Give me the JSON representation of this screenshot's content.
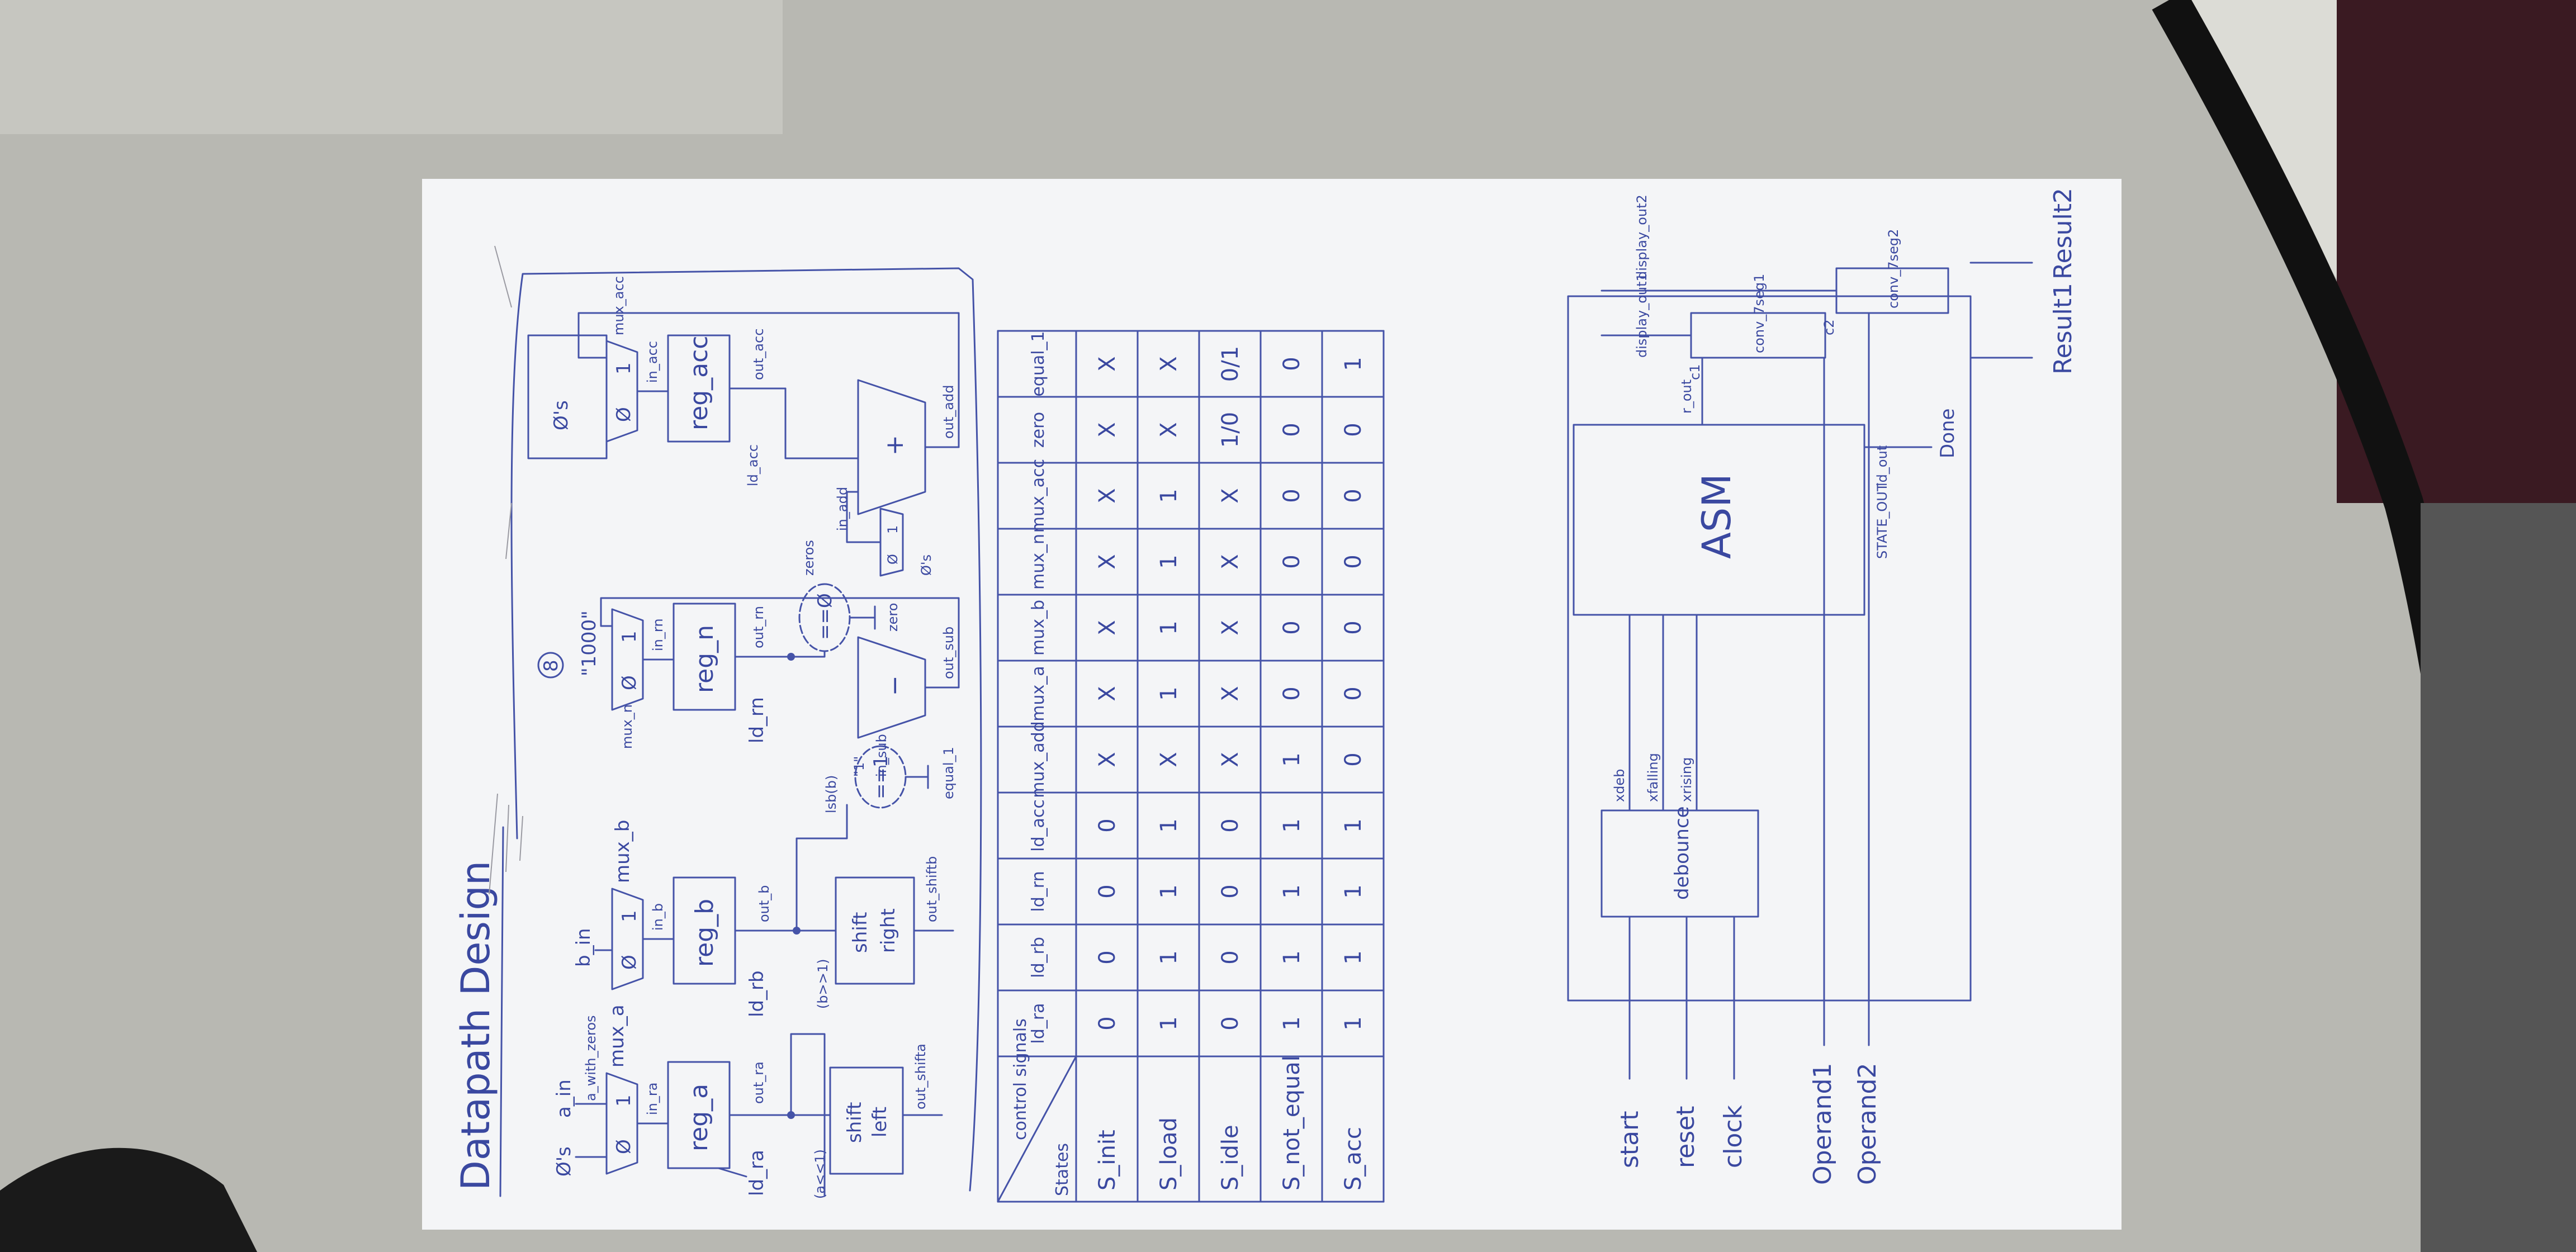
{
  "page": {
    "title": "Datapath Design"
  },
  "datapath": {
    "reg_a": {
      "mux_in0": "Ø's",
      "mux_in1": "a_in",
      "mux_in2": "a_with_zeros",
      "mux_sel": "mux_a",
      "mux_out": "in_ra",
      "mux_labels": [
        "Ø",
        "1"
      ],
      "reg": "reg_a",
      "ld": "ld_ra",
      "out": "out_ra",
      "tag": "(a<<1)",
      "shift": [
        "shift",
        "left"
      ],
      "shift_out": "out_shifta"
    },
    "reg_b": {
      "mux_in": "b_in",
      "mux_sel": "mux_b",
      "mux_out": "in_b",
      "mux_labels": [
        "Ø",
        "1"
      ],
      "reg": "reg_b",
      "ld": "ld_rb",
      "out": "out_b",
      "tag": "(b>>1)",
      "shift": [
        "shift",
        "right"
      ],
      "shift_out": "out_shiftb",
      "lsb": "lsb(b)",
      "cmp": "==1",
      "flag": "equal_1"
    },
    "reg_n": {
      "const": "\"1000\"",
      "mux_sel": "mux_n",
      "mux_out": "in_rn",
      "mux_labels": [
        "Ø",
        "1"
      ],
      "reg": "reg_n",
      "ld": "ld_rn",
      "out": "out_rn",
      "cmp": "==Ø",
      "zeros": "zeros",
      "flag": "zero",
      "sub_in": "\"1\"",
      "sub_sel": "in_sub",
      "sub_op": "−",
      "sub_out": "out_sub"
    },
    "reg_acc": {
      "mux_in": "Ø's",
      "mux_sel": "mux_acc",
      "mux_out": "in_acc",
      "mux_labels": [
        "Ø",
        "1"
      ],
      "reg": "reg_acc",
      "ld": "ld_acc",
      "out": "out_acc",
      "add_op": "+",
      "add_in": "in_add",
      "add_sel": "mux_add",
      "add_out": "out_add",
      "add_mux_labels": [
        "Ø",
        "1"
      ],
      "add_mux_in": "Ø's"
    },
    "circle_note": "8"
  },
  "control_table": {
    "corner_top": "control signals",
    "corner_bottom": "States",
    "columns": [
      "ld_ra",
      "ld_rb",
      "ld_rn",
      "ld_acc",
      "mux_add",
      "mux_a",
      "mux_b",
      "mux_n",
      "mux_acc",
      "zero",
      "equal_1"
    ],
    "rows": [
      {
        "state": "S_init",
        "values": [
          "0",
          "0",
          "0",
          "0",
          "X",
          "X",
          "X",
          "X",
          "X",
          "X",
          "X"
        ]
      },
      {
        "state": "S_load",
        "values": [
          "1",
          "1",
          "1",
          "1",
          "X",
          "1",
          "1",
          "1",
          "1",
          "X",
          "X"
        ]
      },
      {
        "state": "S_idle",
        "values": [
          "0",
          "0",
          "0",
          "0",
          "X",
          "X",
          "X",
          "X",
          "X",
          "1/0",
          "0/1"
        ]
      },
      {
        "state": "S_not_equal",
        "values": [
          "1",
          "1",
          "1",
          "1",
          "1",
          "0",
          "0",
          "0",
          "0",
          "0",
          "0"
        ]
      },
      {
        "state": "S_acc",
        "values": [
          "1",
          "1",
          "1",
          "1",
          "0",
          "0",
          "0",
          "0",
          "0",
          "0",
          "1"
        ]
      }
    ]
  },
  "top_level": {
    "inputs": [
      "start",
      "reset",
      "clock"
    ],
    "operands": [
      "Operand1",
      "Operand2"
    ],
    "debounce": "debounce",
    "debounce_outs": [
      "xdeb",
      "xfalling",
      "xrising"
    ],
    "asm": "ASM",
    "asm_out": "r_out",
    "asm_bottom": [
      "STATE_OUT",
      "ld_out"
    ],
    "done": "Done",
    "conv1": "conv_7seg1",
    "conv2": "conv_7seg2",
    "disp1": "display_out1",
    "disp2": "display_out2",
    "res1": "Result1",
    "res2": "Result2",
    "clk_marks": [
      "c1",
      "c2"
    ]
  }
}
